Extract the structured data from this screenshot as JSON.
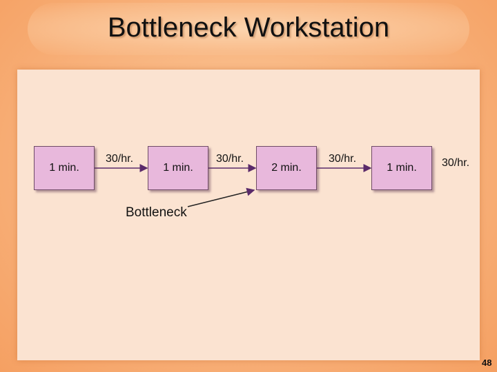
{
  "slide": {
    "title": "Bottleneck Workstation",
    "page_number": "48"
  },
  "workstations": [
    {
      "time": "1 min."
    },
    {
      "time": "1 min."
    },
    {
      "time": "2 min."
    },
    {
      "time": "1 min."
    }
  ],
  "rates": [
    "30/hr.",
    "30/hr.",
    "30/hr.",
    "30/hr."
  ],
  "callout": {
    "label": "Bottleneck"
  },
  "colors": {
    "background": "#f8b27c",
    "panel": "#fbe3d1",
    "box_fill": "#e8b8dc",
    "box_border": "#6e4a66",
    "arrow": "#5a2a6a"
  }
}
